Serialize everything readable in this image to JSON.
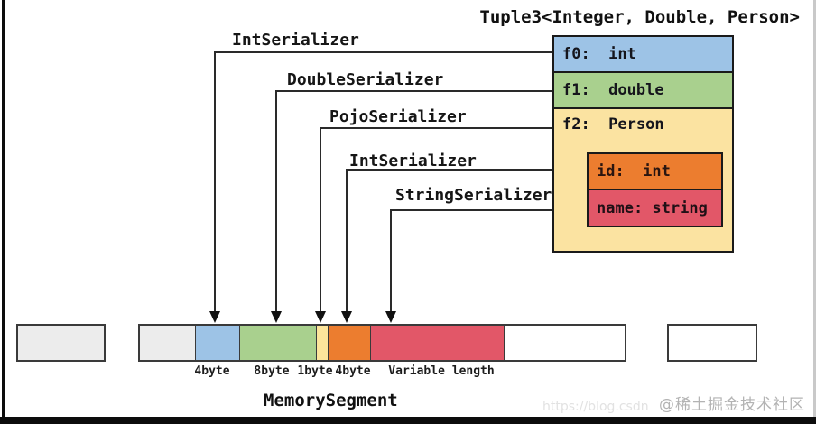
{
  "title": "Tuple3<Integer, Double, Person>",
  "tuple_box": {
    "fields": [
      "f0:  int",
      "f1:  double",
      "f2:  Person"
    ],
    "person_fields": [
      "id:  int",
      "name: string"
    ]
  },
  "serializers": [
    "IntSerializer",
    "DoubleSerializer",
    "PojoSerializer",
    "IntSerializer",
    "StringSerializer"
  ],
  "memory_segment": {
    "caption": "MemorySegment",
    "byte_labels": [
      "4byte",
      "8byte",
      "1byte",
      "4byte",
      "Variable length"
    ]
  },
  "watermark": {
    "url_text": "https://blog.csdn",
    "community_text": "@稀土掘金技术社区"
  },
  "colors": {
    "field_int_blue": "#9dc3e6",
    "field_double_green": "#a9d08e",
    "field_person_yellow": "#fbe3a1",
    "person_id_orange": "#ec7d2f",
    "person_name_red": "#e25768",
    "segment_free_gray": "#ececec",
    "line_black": "#1a1a1a"
  }
}
